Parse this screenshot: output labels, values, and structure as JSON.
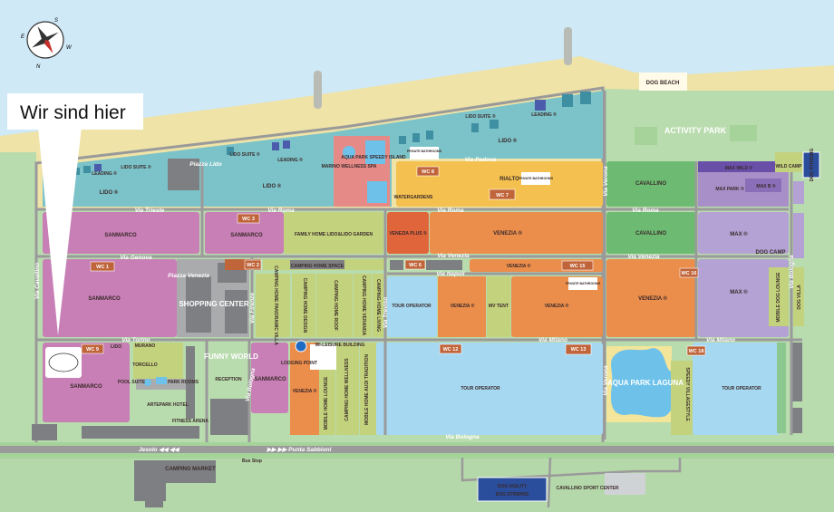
{
  "callout": {
    "text": "Wir sind hier"
  },
  "compass": {
    "n": "N",
    "s": "S",
    "e": "E",
    "w": "W"
  },
  "colors": {
    "sea": "#cfe9f7",
    "beach": "#efe3a7",
    "land": "#b9dcae",
    "lido": "#7cc3c9",
    "sanmarco": "#c77fb5",
    "venezia": "#eb8d4b",
    "rialto": "#f4c150",
    "cavallino": "#6dbb72",
    "max": "#b3a2d3",
    "tour_operator": "#a7d8f2",
    "camping_home": "#c3d27d",
    "road": "#9a9a9a",
    "building": "#7d7f82"
  },
  "beach": {
    "dog_beach": "DOG BEACH"
  },
  "areas": {
    "activity_park": "ACTIVITY PARK",
    "shopping_center": "SHOPPING CENTER",
    "funny_world": "FUNNY WORLD",
    "aqua_park_laguna": "AQUA PARK LAGUNA",
    "aqua_park_speedy": "AQUA PARK SPEEDY ISLAND",
    "marino_wellness": "MARINO WELLNESS SPA",
    "watergardens": "WATERGARDENS",
    "piazza_lido": "Piazza Lido",
    "piazza_venezia": "Piazza Venezia",
    "camping_market": "CAMPING MARKET",
    "dog_agility": "DOG AGILITY",
    "dog_striding": "DOG STRIDING",
    "sport_center": "CAVALLINO SPORT CENTER",
    "dog_camp": "DOG CAMP",
    "wild_camp": "WILD CAMP",
    "dog_striding_side": "DOG STRIDING",
    "reception": "RECEPTION",
    "lodging_point": "LODGING POINT",
    "leisure_building": "WI-LEISURE BUILDING",
    "pool_suite": "POOL SUITE",
    "park_rooms": "PARK ROOMS",
    "artepark_hotel": "ARTEPARK HOTEL",
    "fitness_arena": "FITNESS ARENA",
    "bus_stop": "Bus Stop",
    "private_bathrooms_1": "PRIVATE BATHROOMS",
    "private_bathrooms_2": "PRIVATE BATHROOMS",
    "private_bathrooms_3": "PRIVATE BATHROOMS"
  },
  "zones": {
    "lido_1": "LIDO ®",
    "lido_2": "LIDO ®",
    "lido_3": "LIDO ®",
    "lido_suite_1": "LIDO SUITE ®",
    "lido_suite_2": "LIDO SUITE ®",
    "lido_suite_3": "LIDO SUITE ®",
    "leading_1": "LEADING ®",
    "leading_2": "LEADING ®",
    "leading_3": "LEADING ®",
    "rialto": "RIALTO ®",
    "sanmarco_1": "SANMARCO",
    "sanmarco_2": "SANMARCO",
    "sanmarco_3": "SANMARCO",
    "sanmarco_4": "SANMARCO",
    "sanmarco_5": "SANMARCO",
    "family_home": "FAMILY HOME LIDO&LIDO GARDEN",
    "venezia_plus": "VENEZIA PLUS ®",
    "venezia_1": "VENEZIA ®",
    "venezia_2": "VENEZIA ®",
    "venezia_3": "VENEZIA ®",
    "venezia_4": "VENEZIA ®",
    "venezia_5": "VENEZIA ®",
    "venezia_6": "VENEZIA ®",
    "cavallino_1": "CAVALLINO",
    "cavallino_2": "CAVALLINO",
    "max_wild": "MAX WILD ®",
    "max_park": "MAX PARK ®",
    "max_b": "MAX B ®",
    "max_1": "MAX ®",
    "max_2": "MAX ®",
    "camping_home_space": "CAMPING HOME SPACE",
    "ch_panoramic": "CAMPING HOME PANORAMIC VILLA",
    "ch_design": "CAMPING HOME DESIGN",
    "ch_roof": "CAMPING HOME ROOF",
    "ch_veranda": "CAMPING HOME VERANDA",
    "ch_living": "CAMPING HOME LIVING",
    "tour_operator_1": "TOUR OPERATOR",
    "tour_operator_2": "TOUR OPERATOR",
    "tour_operator_3": "TOUR OPERATOR",
    "mv_tent": "MV TENT",
    "murano": "MURANO",
    "torcello": "TORCELLO",
    "lido_small": "LIDO",
    "mh_lounge": "MOBILE HOME LOUNGE",
    "ch_wellness": "CAMPING HOME WELLNESS",
    "mh_tradition": "MOBILE HOME AUDI TRADITION",
    "speedy_village": "SPEEDY VILLAGESTYLE",
    "mobile_dog_lounge": "MOBILE DOG LOUNGE",
    "dog_villa": "DOG VILLA"
  },
  "roads": {
    "via_trieste": "Via Trieste",
    "via_roma_1": "Via Roma",
    "via_roma_2": "Via Roma",
    "via_roma_3": "Via Roma",
    "via_padova": "Via Padova",
    "via_genova": "Via Genova",
    "via_venezia_1": "Via Venezia",
    "via_venezia_2": "Via Venezia",
    "via_napoli": "Via Napoli",
    "via_torino": "Via Torino",
    "via_milano_1": "Via Milano",
    "via_milano_2": "Via Milano",
    "via_bologna_1": "Via Bologna",
    "via_bologna_2": "Via Bologna",
    "via_bologna_3": "Via Bologna",
    "via_cavallino": "Via Cavallino",
    "via_firenze": "Via Firenze",
    "via_treviso": "Via Treviso",
    "via_verona_1": "Via Verona",
    "via_verona_2": "Via Verona",
    "jesolo": "Jesolo ◀◀ ◀◀",
    "punta_sabbioni": "▶▶ ▶▶ Punta Sabbioni"
  },
  "wc": [
    "WC 1",
    "WC 2",
    "WC 3",
    "WC 6",
    "WC 7",
    "WC 8",
    "WC 9",
    "WC 12",
    "WC 13",
    "WC 15",
    "WC 16",
    "WC 18"
  ]
}
